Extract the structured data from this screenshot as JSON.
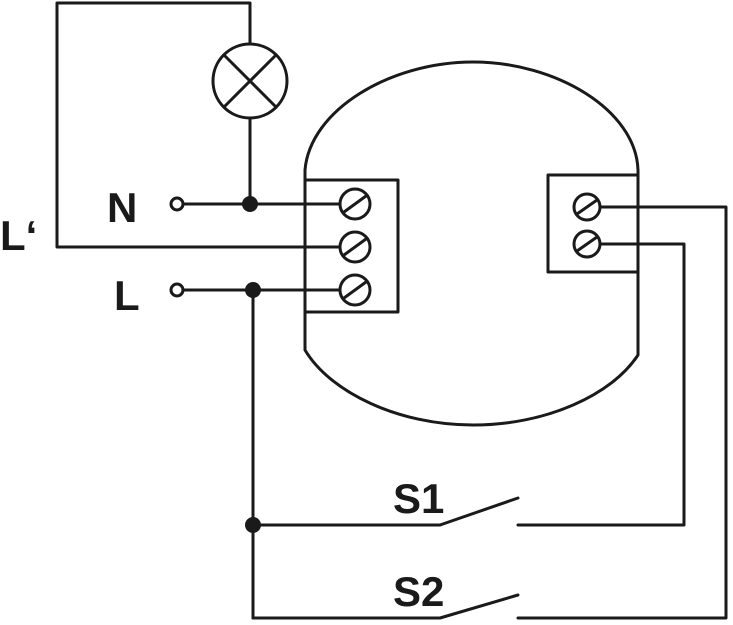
{
  "labels": {
    "neutral": "N",
    "line": "L",
    "lamp_line": "L‘",
    "switch1": "S1",
    "switch2": "S2"
  },
  "colors": {
    "stroke": "#1a1a1a",
    "background": "#ffffff"
  },
  "icons": {
    "lamp": "lamp-icon",
    "terminal": "screw-terminal-icon",
    "switch": "switch-icon"
  }
}
